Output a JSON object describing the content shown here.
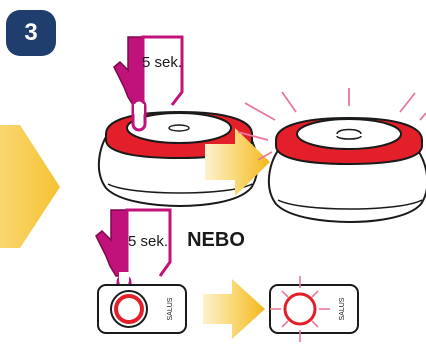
{
  "step_number": "3",
  "hold_label_top": "5 sek.",
  "hold_label_bottom": "5 sek.",
  "or_label": "NEBO",
  "brand_label_left": "SALUS",
  "brand_label_right": "SALUS",
  "colors": {
    "badge": "#1f3e6e",
    "hand": "#c0127a",
    "ring": "#e3202a",
    "glow": "#e8789a",
    "arrow": "#f6c232",
    "outline": "#1a1a1a"
  }
}
